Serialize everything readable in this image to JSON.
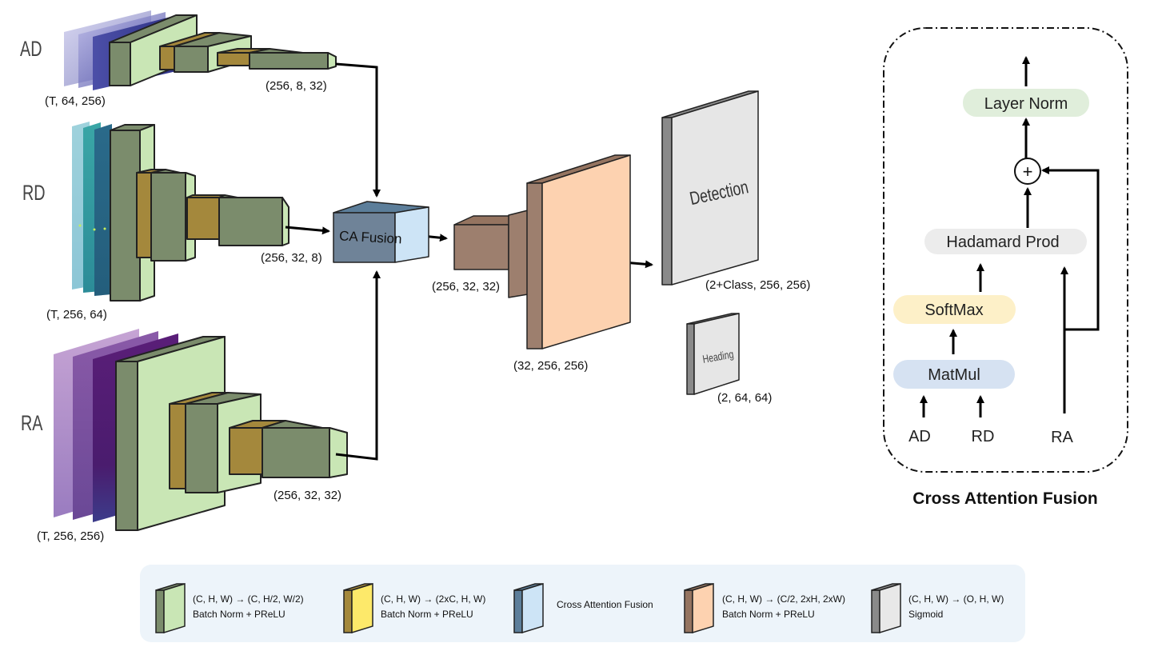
{
  "inputs": {
    "ad_label": "AD",
    "rd_label": "RD",
    "ra_label": "RA"
  },
  "dims": {
    "ad_in": "(T, 64, 256)",
    "ad_out": "(256, 8, 32)",
    "rd_in": "(T, 256, 64)",
    "rd_out": "(256, 32, 8)",
    "ra_in": "(T, 256, 256)",
    "ra_out": "(256, 32, 32)",
    "fusion_out": "(256, 32, 32)",
    "decoder_out": "(32, 256, 256)",
    "detection_out": "(2+Class, 256, 256)",
    "heading_out": "(2, 64, 64)"
  },
  "blocks": {
    "ca_fusion": "CA Fusion",
    "detection": "Detection",
    "heading": "Heading"
  },
  "caf": {
    "title": "Cross Attention Fusion",
    "layer_norm": "Layer Norm",
    "plus": "+",
    "hadamard": "Hadamard Prod",
    "softmax": "SoftMax",
    "matmul": "MatMul",
    "in_ad": "AD",
    "in_rd": "RD",
    "in_ra": "RA"
  },
  "legend": [
    {
      "line1": "(C, H, W) → (C, H/2, W/2)",
      "line2": "Batch Norm + PReLU",
      "front": "#c9e6b5",
      "side": "#7b8c6c"
    },
    {
      "line1": "(C, H, W) → (2xC, H, W)",
      "line2": "Batch Norm + PReLU",
      "front": "#fde96a",
      "side": "#a4883c"
    },
    {
      "line1": "Cross Attention  Fusion",
      "line2": "",
      "front": "#cde4f6",
      "side": "#5c7e9a"
    },
    {
      "line1": "(C, H, W) → (C/2, 2xH, 2xW)",
      "line2": "Batch Norm + PReLU",
      "front": "#fdd2b0",
      "side": "#957460"
    },
    {
      "line1": "(C, H, W) → (O, H, W)",
      "line2": "Sigmoid",
      "front": "#e8e8e8",
      "side": "#8a8a8a"
    }
  ],
  "colors": {
    "green_front": "#c9e6b5",
    "green_side": "#7b8c6c",
    "gold_side": "#a4883c",
    "ca_side": "#6f8398",
    "ca_front": "#cde4f6",
    "dec_side": "#9d7f6e",
    "dec_front": "#fdd2b0",
    "grey_front": "#e6e6e6",
    "grey_side": "#8a8a8a",
    "legend_bg": "#edf4fa",
    "ln_fill": "#e0eedb",
    "had_fill": "#ececec",
    "soft_fill": "#fdf0c8",
    "mat_fill": "#d6e2f2"
  }
}
